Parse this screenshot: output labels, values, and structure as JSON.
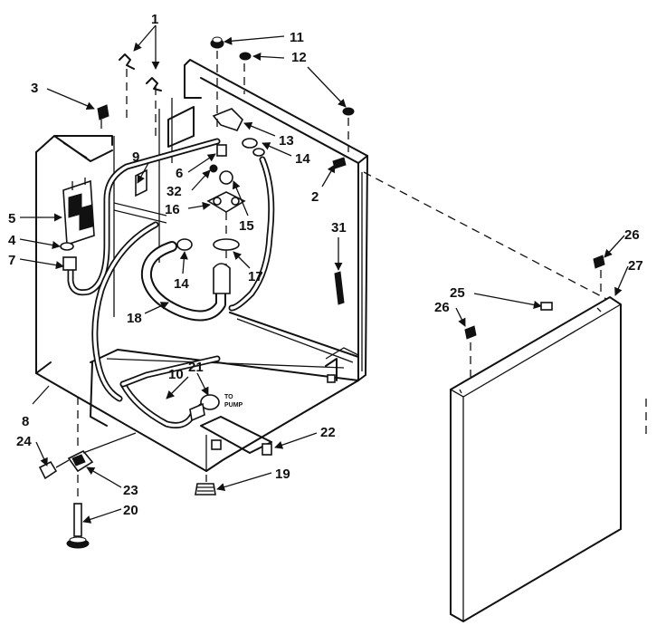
{
  "callouts": [
    "1",
    "2",
    "3",
    "4",
    "5",
    "6",
    "7",
    "8",
    "9",
    "10",
    "11",
    "12",
    "13",
    "14",
    "14",
    "15",
    "16",
    "17",
    "18",
    "19",
    "20",
    "21",
    "22",
    "23",
    "24",
    "25",
    "26",
    "26",
    "27",
    "31",
    "32"
  ],
  "annotations": {
    "to_pump": "TO\nPUMP"
  },
  "icons": [
    "leader-arrow-icon"
  ]
}
